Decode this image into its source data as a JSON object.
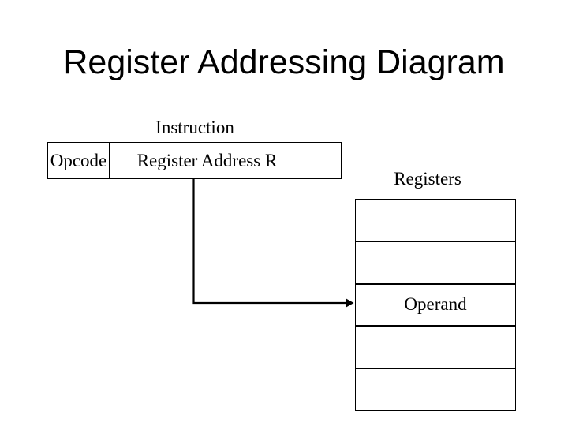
{
  "slide": {
    "title": "Register Addressing Diagram",
    "background_color": "#ffffff",
    "line_color": "#000000"
  },
  "instruction": {
    "caption": "Instruction",
    "opcode_label": "Opcode",
    "address_label": "Register Address R"
  },
  "registers": {
    "caption": "Registers",
    "rows": [
      {
        "label": ""
      },
      {
        "label": ""
      },
      {
        "label": "Operand"
      },
      {
        "label": ""
      },
      {
        "label": ""
      }
    ]
  }
}
